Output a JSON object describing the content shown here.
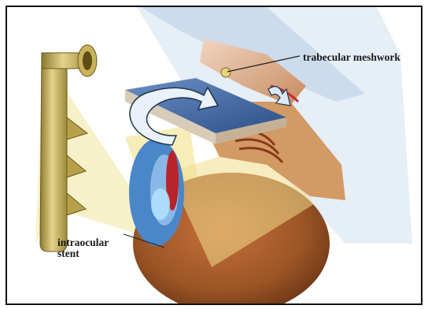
{
  "labels": {
    "trabecular_meshwork": "trabecular meshwork",
    "intraocular_stent_line1": "intraocular",
    "intraocular_stent_line2": "stent"
  },
  "colors": {
    "frame_border": "#111111",
    "stent_gold": "#c9b25a",
    "stent_gold_dark": "#8a7a30",
    "projection_yellow": "#f4ecb4",
    "eye_brown": "#9c5526",
    "tissue_tan": "#d8a070",
    "iris_red": "#b8242a",
    "cornea_blue": "#4a86c8",
    "plate_blue": "#3c6aa8",
    "arrow_light_blue": "#dce8f4"
  },
  "icons": {
    "rotate_arrow": "curved-arrow-icon",
    "flow_arrow": "flow-arrow-icon"
  }
}
